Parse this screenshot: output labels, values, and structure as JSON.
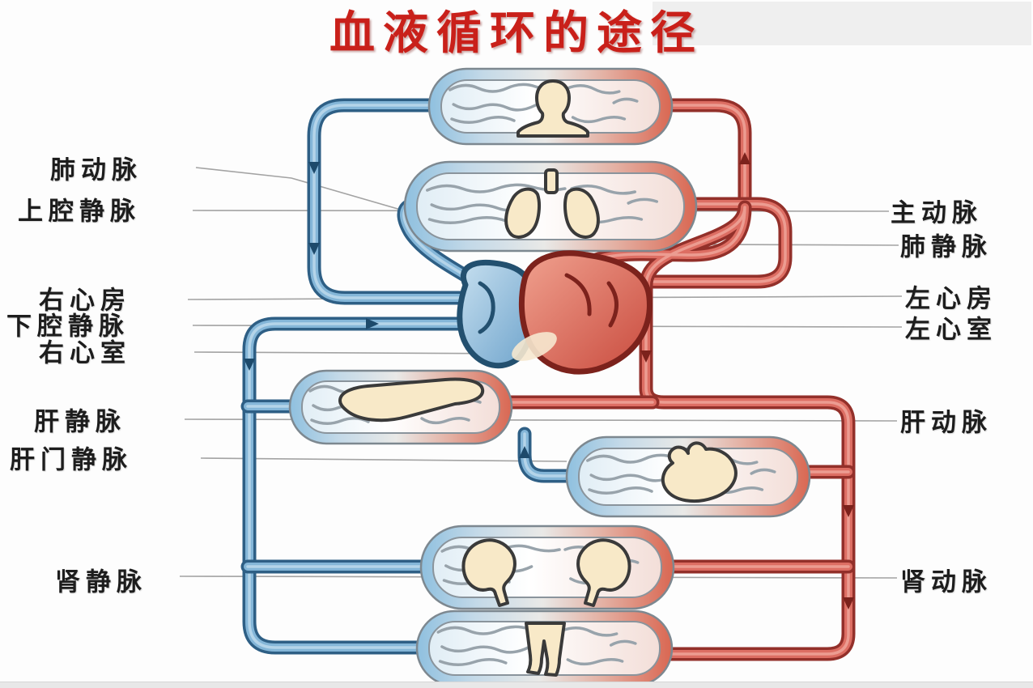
{
  "title": {
    "text": "血液循环的途径",
    "color": "#c9201a"
  },
  "labels_left": [
    {
      "id": "pulmonary-artery",
      "text": "肺动脉"
    },
    {
      "id": "superior-vena-cava",
      "text": "上腔静脉"
    },
    {
      "id": "right-atrium",
      "text": "右心房"
    },
    {
      "id": "inferior-vena-cava",
      "text": "下腔静脉"
    },
    {
      "id": "right-ventricle",
      "text": "右心室"
    },
    {
      "id": "hepatic-vein",
      "text": "肝静脉"
    },
    {
      "id": "hepatic-portal-vein",
      "text": "肝门静脉"
    },
    {
      "id": "renal-vein",
      "text": "肾静脉"
    }
  ],
  "labels_right": [
    {
      "id": "aorta",
      "text": "主动脉"
    },
    {
      "id": "pulmonary-vein",
      "text": "肺静脉"
    },
    {
      "id": "left-atrium",
      "text": "左心房"
    },
    {
      "id": "left-ventricle",
      "text": "左心室"
    },
    {
      "id": "hepatic-artery",
      "text": "肝动脉"
    },
    {
      "id": "renal-artery",
      "text": "肾动脉"
    }
  ],
  "organ_icons": [
    "head",
    "lungs",
    "heart",
    "liver",
    "stomach",
    "kidneys",
    "legs"
  ],
  "colors": {
    "vein": "#84b6d8",
    "vein_dark": "#2e5f85",
    "artery": "#dd6e63",
    "artery_dark": "#93302a",
    "organ_fill": "#f8e9c8",
    "capsule_left": "#8fc0df",
    "capsule_right": "#d96752",
    "leader_line": "#a3a3a3",
    "title": "#c9201a",
    "label_text": "#1d1d1d"
  }
}
